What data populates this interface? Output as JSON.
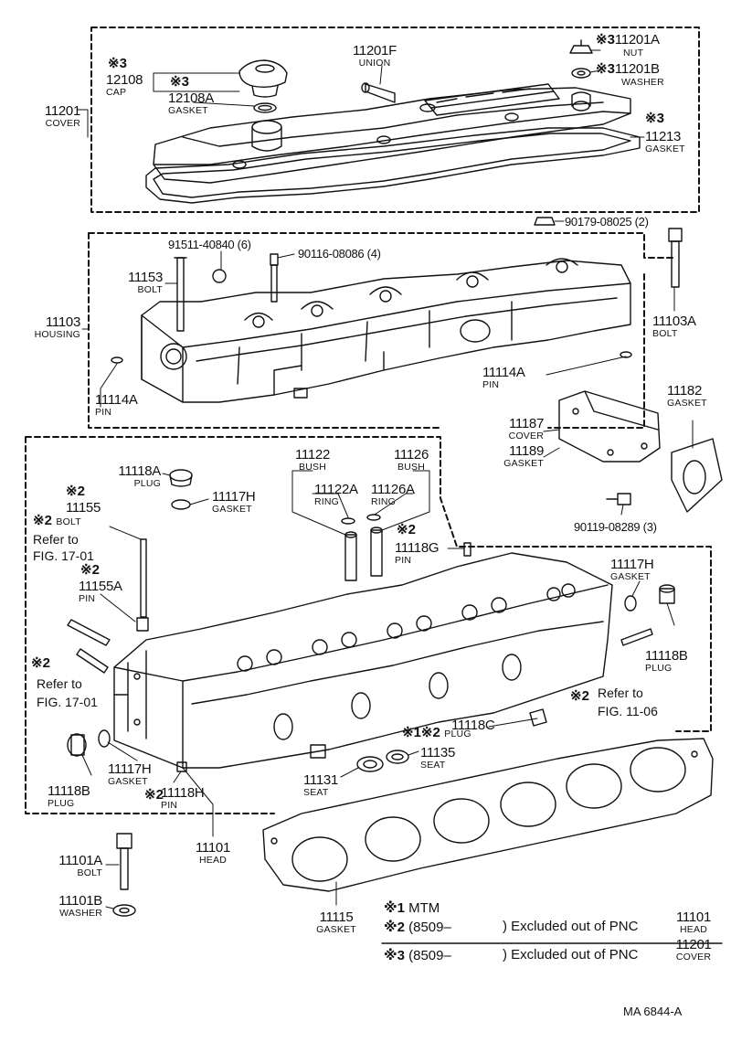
{
  "marks": {
    "m1": "※1",
    "m2": "※2",
    "m3": "※3"
  },
  "labels": {
    "p11201F": {
      "num": "11201F",
      "name": "UNION"
    },
    "p11201A": {
      "num": "11201A",
      "name": "NUT"
    },
    "p11201B": {
      "num": "11201B",
      "name": "WASHER"
    },
    "p12108": {
      "num": "12108",
      "name": "CAP"
    },
    "p12108A": {
      "num": "12108A",
      "name": "GASKET"
    },
    "p11201": {
      "num": "11201",
      "name": "COVER"
    },
    "p11213": {
      "num": "11213",
      "name": "GASKET"
    },
    "p90179": {
      "num": "90179-08025 (2)"
    },
    "p91511": {
      "num": "91511-40840 (6)"
    },
    "p90116": {
      "num": "90116-08086 (4)"
    },
    "p11153": {
      "num": "11153",
      "name": "BOLT"
    },
    "p11103": {
      "num": "11103",
      "name": "HOUSING"
    },
    "p11103A": {
      "num": "11103A",
      "name": "BOLT"
    },
    "p11114A_r": {
      "num": "11114A",
      "name": "PIN"
    },
    "p11114A_l": {
      "num": "11114A",
      "name": "PIN"
    },
    "p11182": {
      "num": "11182",
      "name": "GASKET"
    },
    "p11187": {
      "num": "11187",
      "name": "COVER"
    },
    "p11189": {
      "num": "11189",
      "name": "GASKET"
    },
    "p90119": {
      "num": "90119-08289 (3)"
    },
    "p11118A": {
      "num": "11118A",
      "name": "PLUG"
    },
    "p11117H_t": {
      "num": "11117H",
      "name": "GASKET"
    },
    "p11155": {
      "num": "11155",
      "name": "BOLT"
    },
    "p11155A": {
      "num": "11155A",
      "name": "PIN"
    },
    "p11122": {
      "num": "11122",
      "name": "BUSH"
    },
    "p11122A": {
      "num": "11122A",
      "name": "RING"
    },
    "p11126": {
      "num": "11126",
      "name": "BUSH"
    },
    "p11126A": {
      "num": "11126A",
      "name": "RING"
    },
    "p11118G": {
      "num": "11118G",
      "name": "PIN"
    },
    "p11117H_r": {
      "num": "11117H",
      "name": "GASKET"
    },
    "p11118B_r": {
      "num": "11118B",
      "name": "PLUG"
    },
    "p11118C": {
      "num": "11118C",
      "name": "PLUG"
    },
    "p11135": {
      "num": "11135",
      "name": "SEAT"
    },
    "p11131": {
      "num": "11131",
      "name": "SEAT"
    },
    "p11118B_l": {
      "num": "11118B",
      "name": "PLUG"
    },
    "p11117H_l": {
      "num": "11117H",
      "name": "GASKET"
    },
    "p11118H": {
      "num": "11118H",
      "name": "PIN"
    },
    "p11101": {
      "num": "11101",
      "name": "HEAD"
    },
    "p11101A": {
      "num": "11101A",
      "name": "BOLT"
    },
    "p11101B": {
      "num": "11101B",
      "name": "WASHER"
    },
    "p11115": {
      "num": "11115",
      "name": "GASKET"
    }
  },
  "refs": {
    "refer_to": "Refer to",
    "fig1701": "FIG. 17-01",
    "fig1106": "FIG. 11-06"
  },
  "notes": {
    "n1": "MTM",
    "n2": "(8509–",
    "n2_tail": ") Excluded out of PNC",
    "n2_pnc": "11101",
    "n2_pnc_name": "HEAD",
    "n3": "(8509–",
    "n3_tail": ") Excluded out of PNC",
    "n3_pnc": "11201",
    "n3_pnc_name": "COVER"
  },
  "code": "MA 6844-A"
}
